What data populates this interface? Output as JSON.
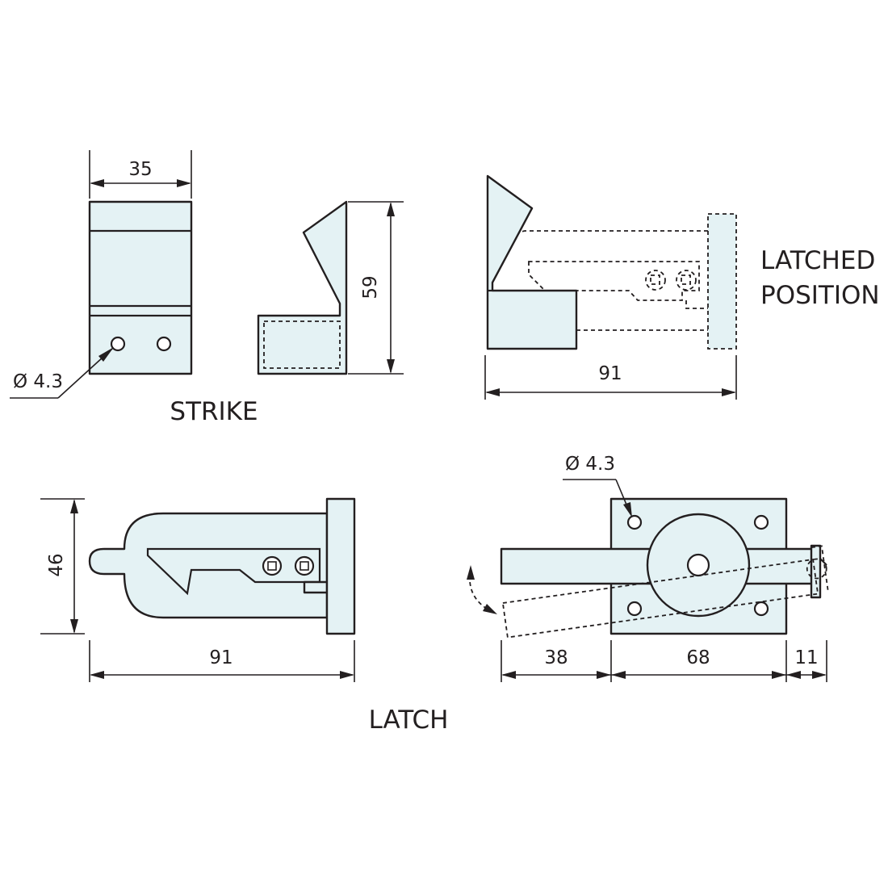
{
  "strike": {
    "title": "STRIKE",
    "width_dim": "35",
    "height_dim": "59",
    "hole_dim": "Ø 4.3"
  },
  "latched": {
    "title_line1": "LATCHED",
    "title_line2": "POSITION",
    "length_dim": "91"
  },
  "latch": {
    "title": "LATCH",
    "height_dim": "46",
    "length_dim": "91",
    "hole_dim": "Ø 4.3",
    "dim_a": "38",
    "dim_b": "68",
    "dim_c": "11"
  }
}
